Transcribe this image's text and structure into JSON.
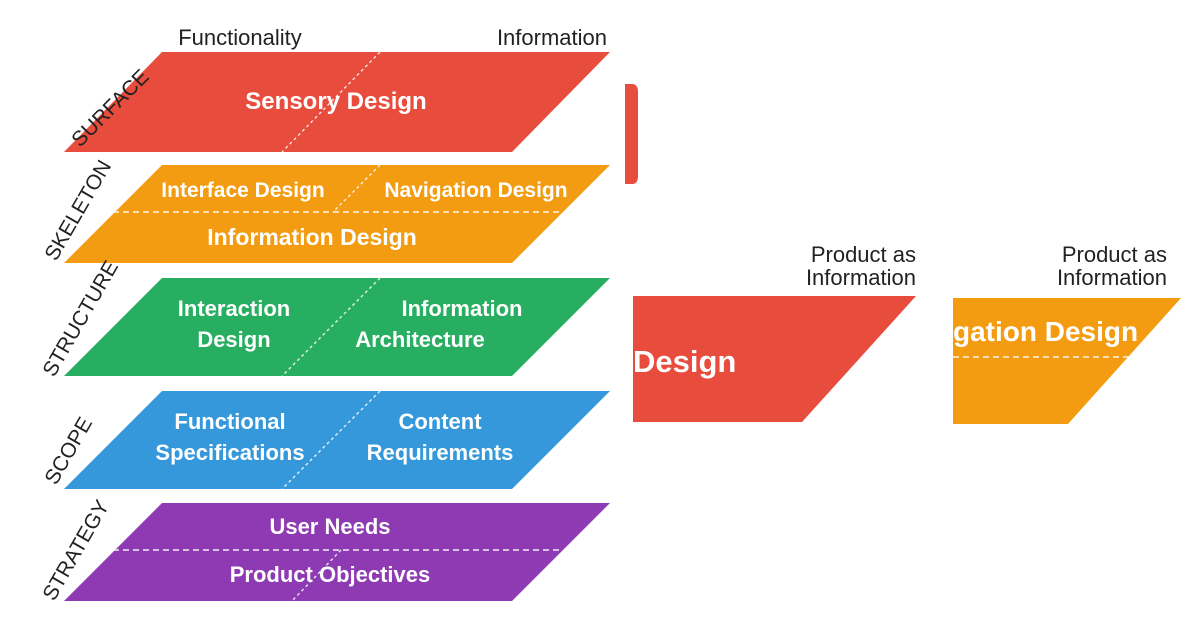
{
  "top_labels": {
    "left": "Functionality",
    "right": "Information"
  },
  "planes": {
    "surface": {
      "name": "SURFACE",
      "color": "#e74c3c",
      "label": "Sensory Design"
    },
    "skeleton": {
      "name": "SKELETON",
      "color": "#f39c12",
      "left": "Interface Design",
      "right": "Navigation Design",
      "bottom": "Information Design"
    },
    "structure": {
      "name": "STRUCTURE",
      "color": "#27ae60",
      "left_line1": "Interaction",
      "left_line2": "Design",
      "right_line1": "Information",
      "right_line2": "Architecture"
    },
    "scope": {
      "name": "SCOPE",
      "color": "#3498db",
      "left_line1": "Functional",
      "left_line2": "Specifications",
      "right_line1": "Content",
      "right_line2": "Requirements"
    },
    "strategy": {
      "name": "STRATEGY",
      "color": "#8e3bb3",
      "top": "User Needs",
      "bottom": "Product Objectives"
    }
  },
  "fragments": {
    "red": {
      "heading_line1": "Product as",
      "heading_line2": "Information",
      "label": "Design"
    },
    "orange": {
      "heading_line1": "Product as",
      "heading_line2": "Information",
      "label": "gation Design"
    }
  }
}
